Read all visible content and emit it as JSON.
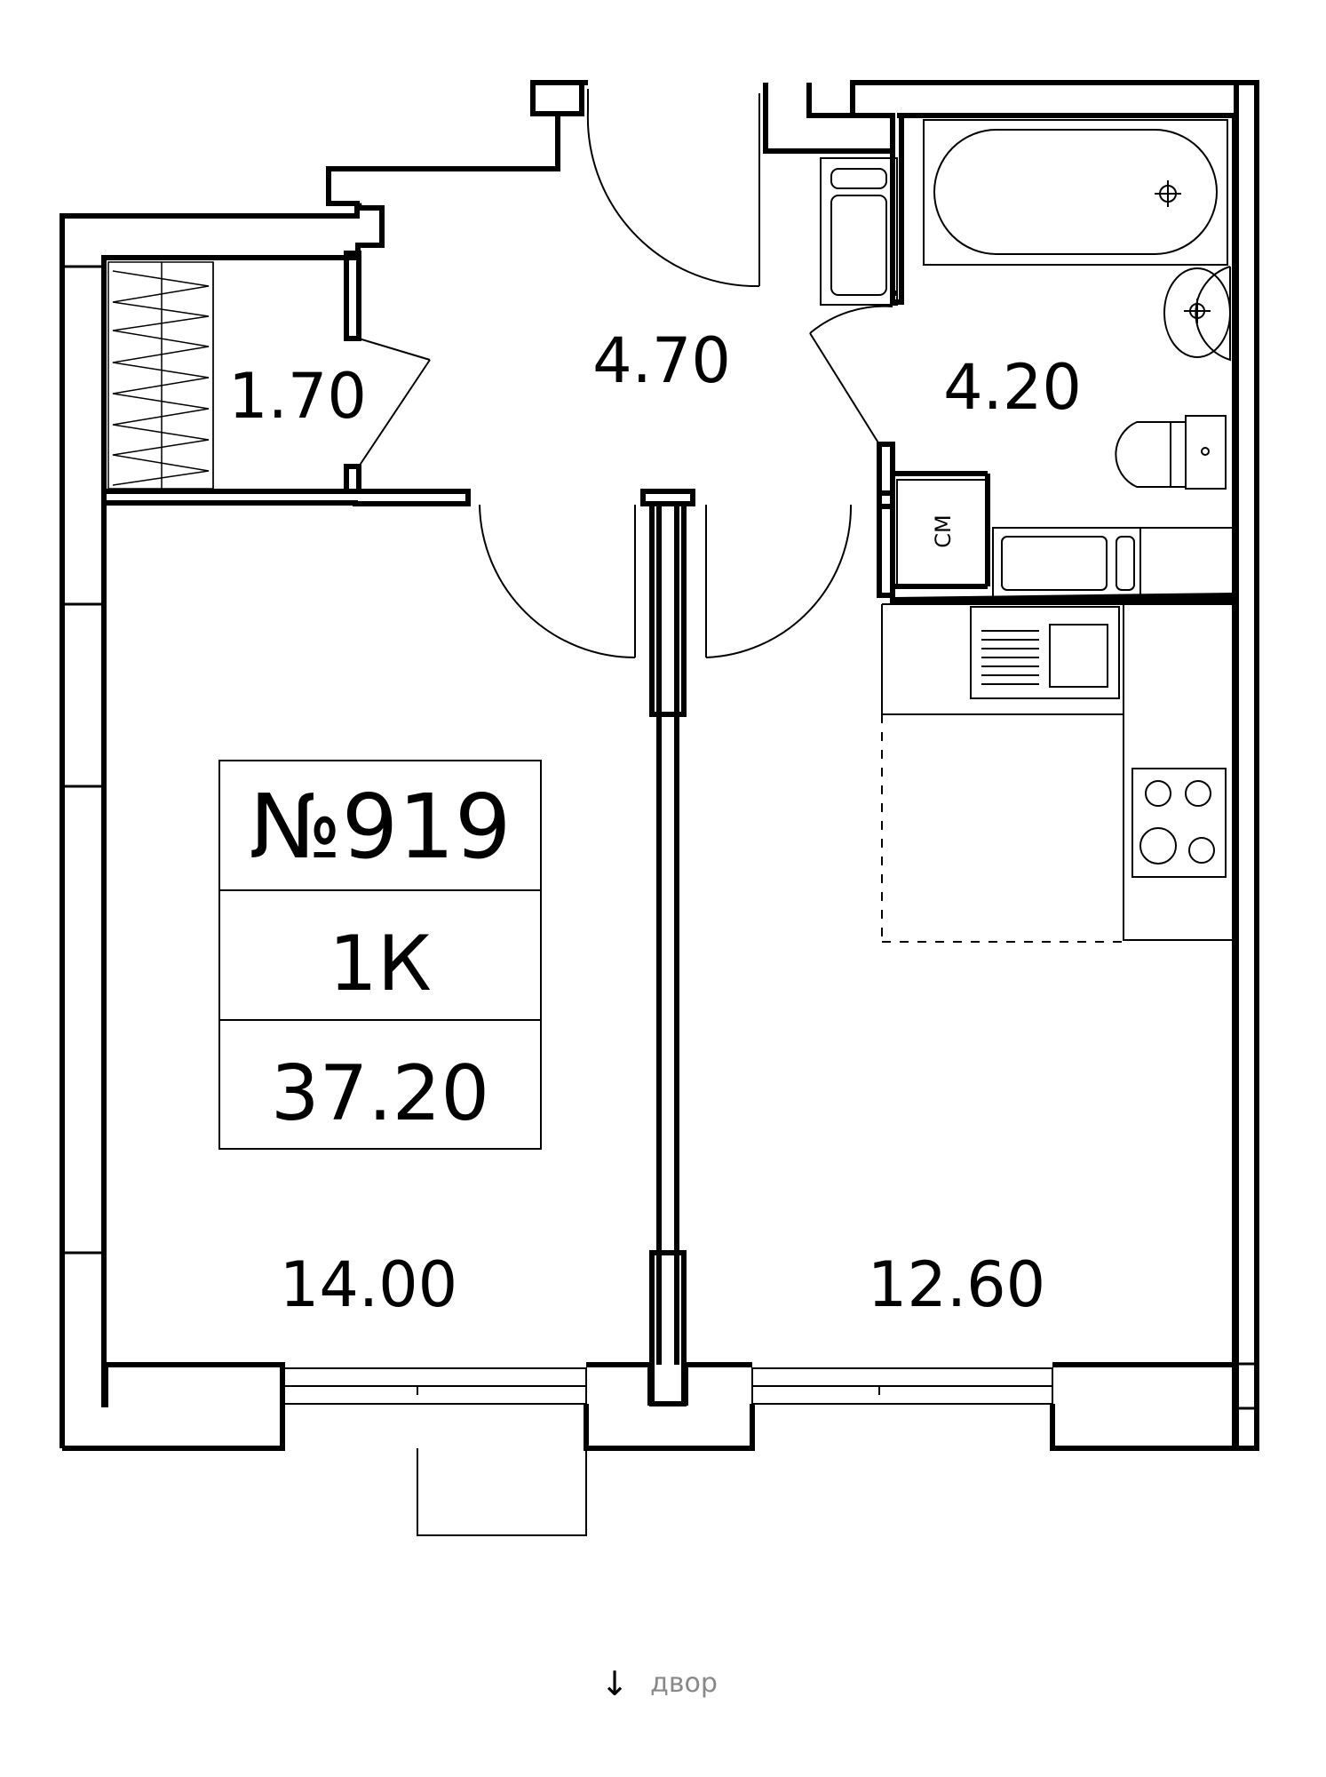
{
  "plan": {
    "rooms": {
      "storage": "1.70",
      "hall": "4.70",
      "bathroom": "4.20",
      "bedroom": "14.00",
      "kitchen_living": "12.60"
    },
    "washing_machine_label": "СМ",
    "apartment": {
      "number": "№919",
      "type": "1К",
      "total_area": "37.20"
    },
    "orientation": {
      "arrow": "↓",
      "label": "двор"
    }
  }
}
